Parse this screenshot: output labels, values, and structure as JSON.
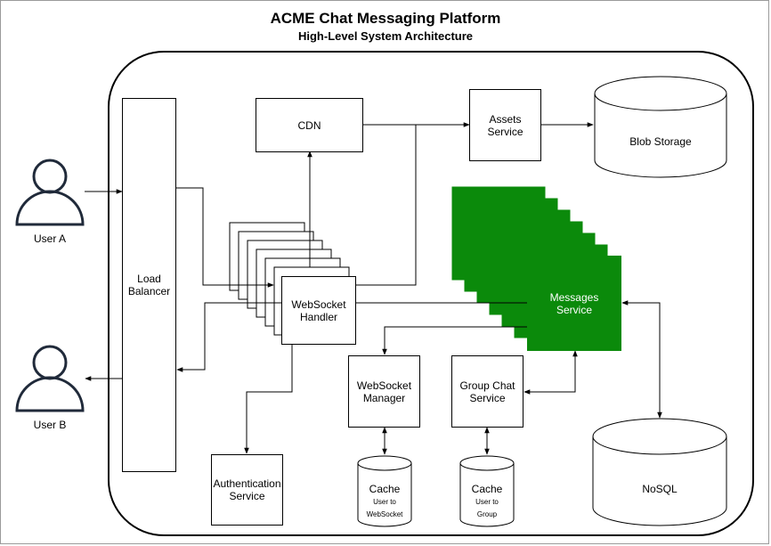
{
  "title": "ACME Chat Messaging Platform",
  "subtitle": "High-Level System Architecture",
  "actors": {
    "user_a": "User A",
    "user_b": "User B"
  },
  "components": {
    "load_balancer": "Load\nBalancer",
    "cdn": "CDN",
    "assets_service": "Assets\nService",
    "blob_storage": "Blob Storage",
    "websocket_handler": "WebSocket\nHandler",
    "messages_service": "Messages\nService",
    "websocket_manager": "WebSocket\nManager",
    "group_chat_service": "Group Chat\nService",
    "authentication_service": "Authentication\nService",
    "cache_ws": {
      "label": "Cache",
      "sub": "User to\nWebSocket"
    },
    "cache_group": {
      "label": "Cache",
      "sub": "User to\nGroup"
    },
    "nosql": "NoSQL"
  },
  "colors": {
    "messages_service_fill": "#0b8a0b",
    "stroke": "#000000",
    "frame": "#9a9a9a"
  },
  "icons": {
    "user": "person-icon"
  }
}
